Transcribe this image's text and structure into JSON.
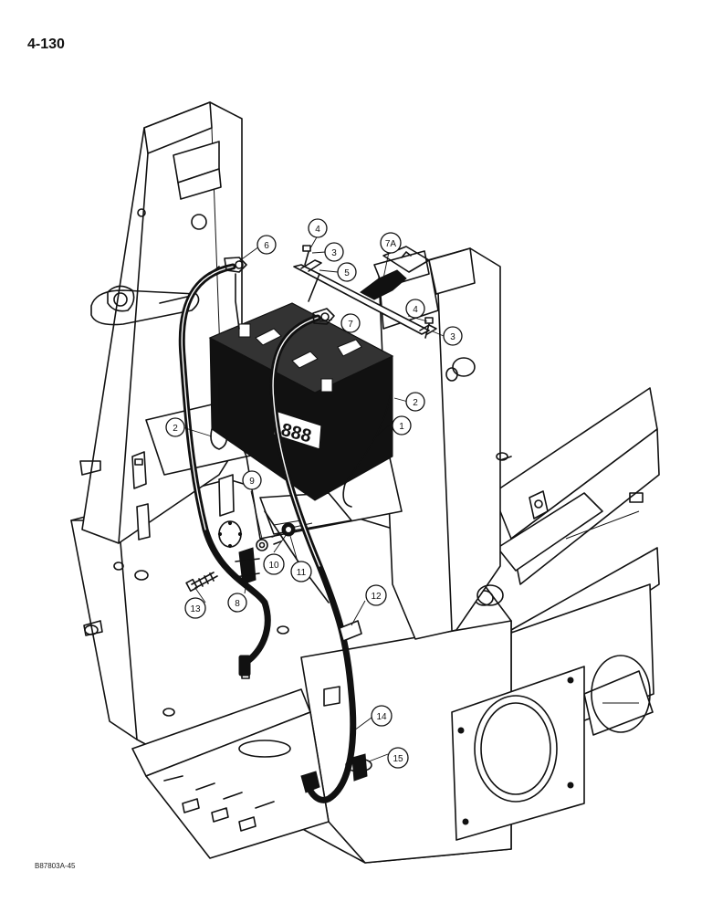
{
  "page": {
    "number": "4-130",
    "drawing_code": "B87803A-45"
  },
  "battery": {
    "label": "888"
  },
  "callouts": [
    {
      "id": "c1",
      "label": "1"
    },
    {
      "id": "c2a",
      "label": "2"
    },
    {
      "id": "c2b",
      "label": "2"
    },
    {
      "id": "c3a",
      "label": "3"
    },
    {
      "id": "c3b",
      "label": "3"
    },
    {
      "id": "c4a",
      "label": "4"
    },
    {
      "id": "c4b",
      "label": "4"
    },
    {
      "id": "c5",
      "label": "5"
    },
    {
      "id": "c6",
      "label": "6"
    },
    {
      "id": "c7",
      "label": "7"
    },
    {
      "id": "c7a",
      "label": "7A"
    },
    {
      "id": "c8",
      "label": "8"
    },
    {
      "id": "c9",
      "label": "9"
    },
    {
      "id": "c10",
      "label": "10"
    },
    {
      "id": "c11",
      "label": "11"
    },
    {
      "id": "c12",
      "label": "12"
    },
    {
      "id": "c13",
      "label": "13"
    },
    {
      "id": "c14",
      "label": "14"
    },
    {
      "id": "c15",
      "label": "15"
    }
  ]
}
